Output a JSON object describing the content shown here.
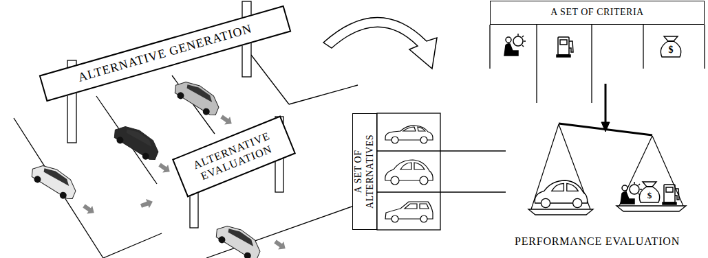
{
  "diagram": {
    "nodes": [
      {
        "text": [
          "ALTERNATIVE GENERATION"
        ]
      },
      {
        "text": [
          "ALTERNATIVE EVALUATION"
        ]
      },
      {
        "text": [
          "A SET OF CRITERIA"
        ]
      },
      {
        "text": [
          "A SET OF ALTERNATIVES"
        ]
      }
    ],
    "labels": [
      "PERFORMANCE EVALUATION",
      "$",
      "$"
    ]
  }
}
